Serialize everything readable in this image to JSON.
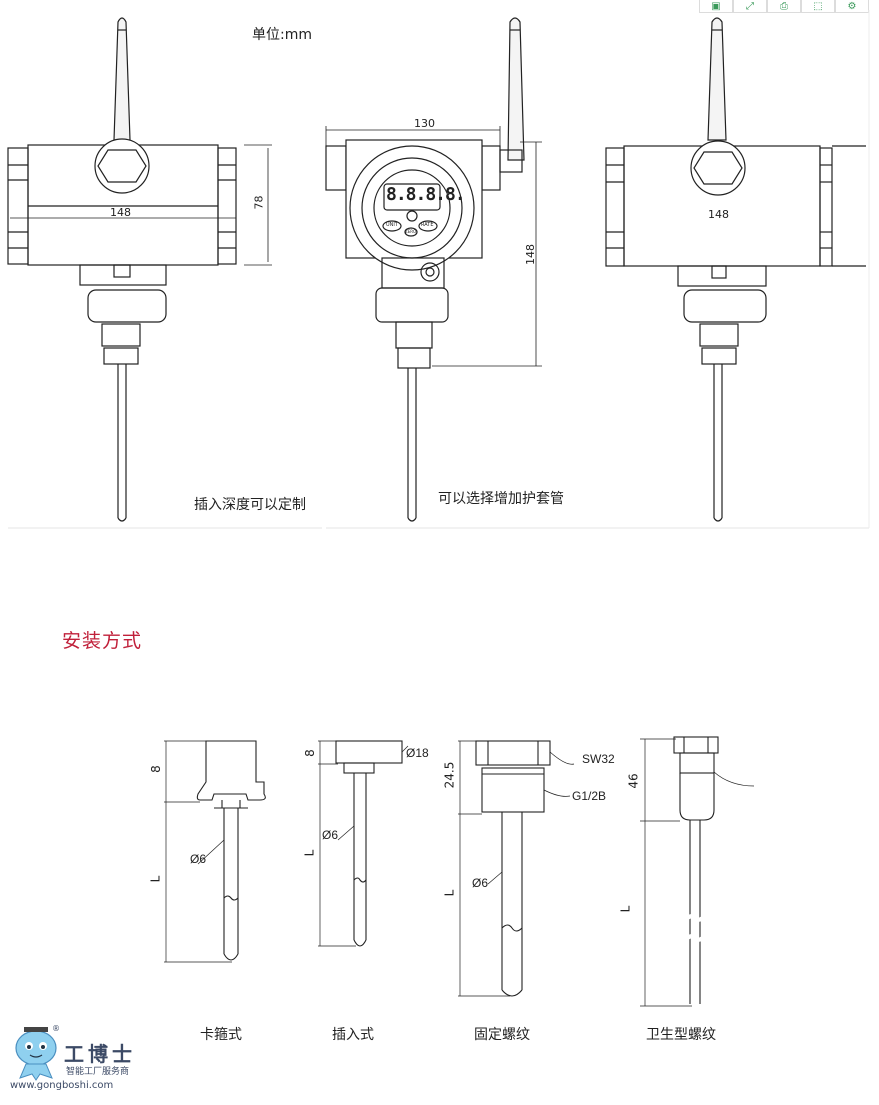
{
  "toolbar": {
    "buttons": [
      {
        "icon": "save-icon"
      },
      {
        "icon": "expand-icon"
      },
      {
        "icon": "print-icon"
      },
      {
        "icon": "export-icon"
      },
      {
        "icon": "settings-icon"
      }
    ],
    "accent_color": "#3a9a5a"
  },
  "dimensions_figure": {
    "unit_label": "单位:mm",
    "left_view": {
      "width": "148",
      "height": "78",
      "note": "插入深度可以定制"
    },
    "front_view": {
      "width": "130",
      "height": "148",
      "display": "8.8.8.8.",
      "buttons": [
        "UNIT",
        "RATE",
        "ZERO"
      ],
      "note": "可以选择增加护套管"
    },
    "right_view": {
      "width": "148"
    }
  },
  "install": {
    "title": "安装方式",
    "title_color": "#c0203a",
    "types": [
      {
        "name": "卡箍式",
        "top_dim": "8",
        "length": "L",
        "diameter": "Ø6"
      },
      {
        "name": "插入式",
        "top_dim": "8",
        "length": "L",
        "diameter": "Ø6",
        "head": "Ø18"
      },
      {
        "name": "固定螺纹",
        "top_dim": "24.5",
        "length": "L",
        "diameter": "Ø6",
        "hex": "SW32",
        "thread": "G1/2B"
      },
      {
        "name": "卫生型螺纹",
        "top_dim": "46",
        "length": "L"
      }
    ]
  },
  "logo": {
    "name": "工博士",
    "slogan": "智能工厂服务商",
    "url": "www.gongboshi.com",
    "registered": "®"
  }
}
